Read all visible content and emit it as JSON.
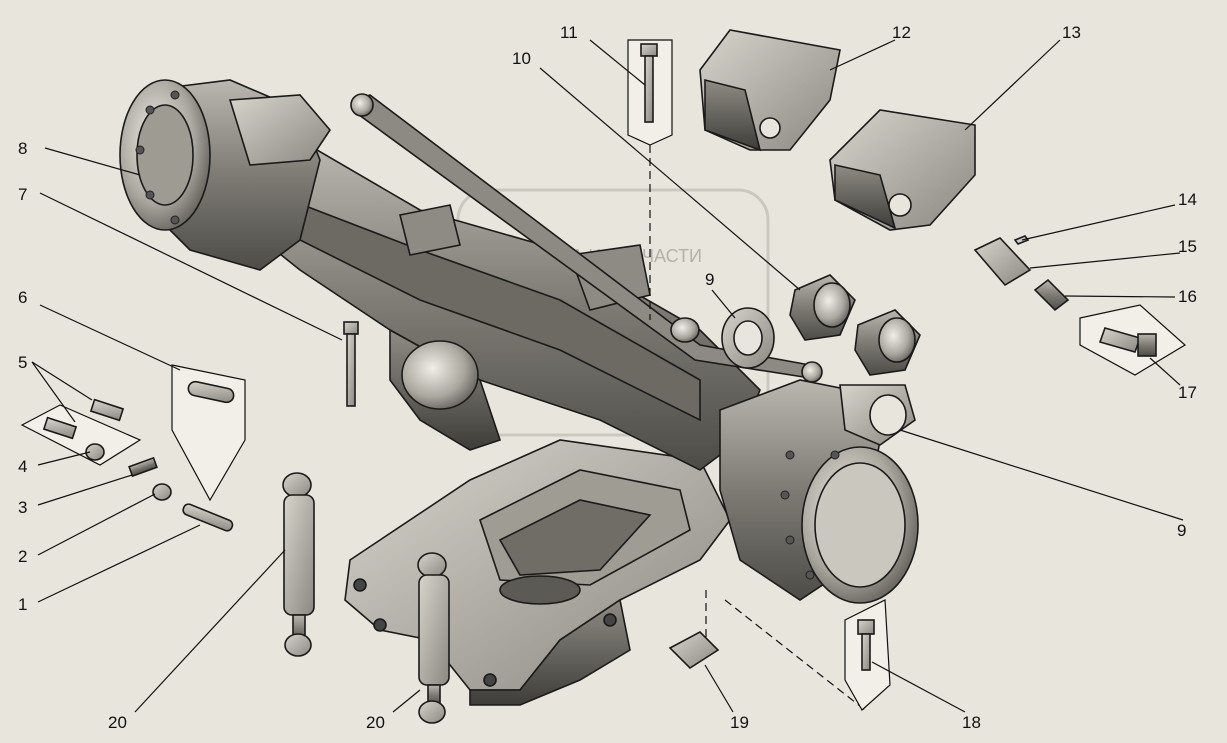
{
  "watermark": "ТЕХНИКА И ЗАПЧАСТИ",
  "callouts": {
    "c1": "1",
    "c2": "2",
    "c3": "3",
    "c4": "4",
    "c5": "5",
    "c6": "6",
    "c7": "7",
    "c8": "8",
    "c9a": "9",
    "c9b": "9",
    "c10": "10",
    "c11": "11",
    "c12": "12",
    "c13": "13",
    "c14": "14",
    "c15": "15",
    "c16": "16",
    "c17": "17",
    "c18": "18",
    "c19": "19",
    "c20a": "20",
    "c20b": "20"
  }
}
